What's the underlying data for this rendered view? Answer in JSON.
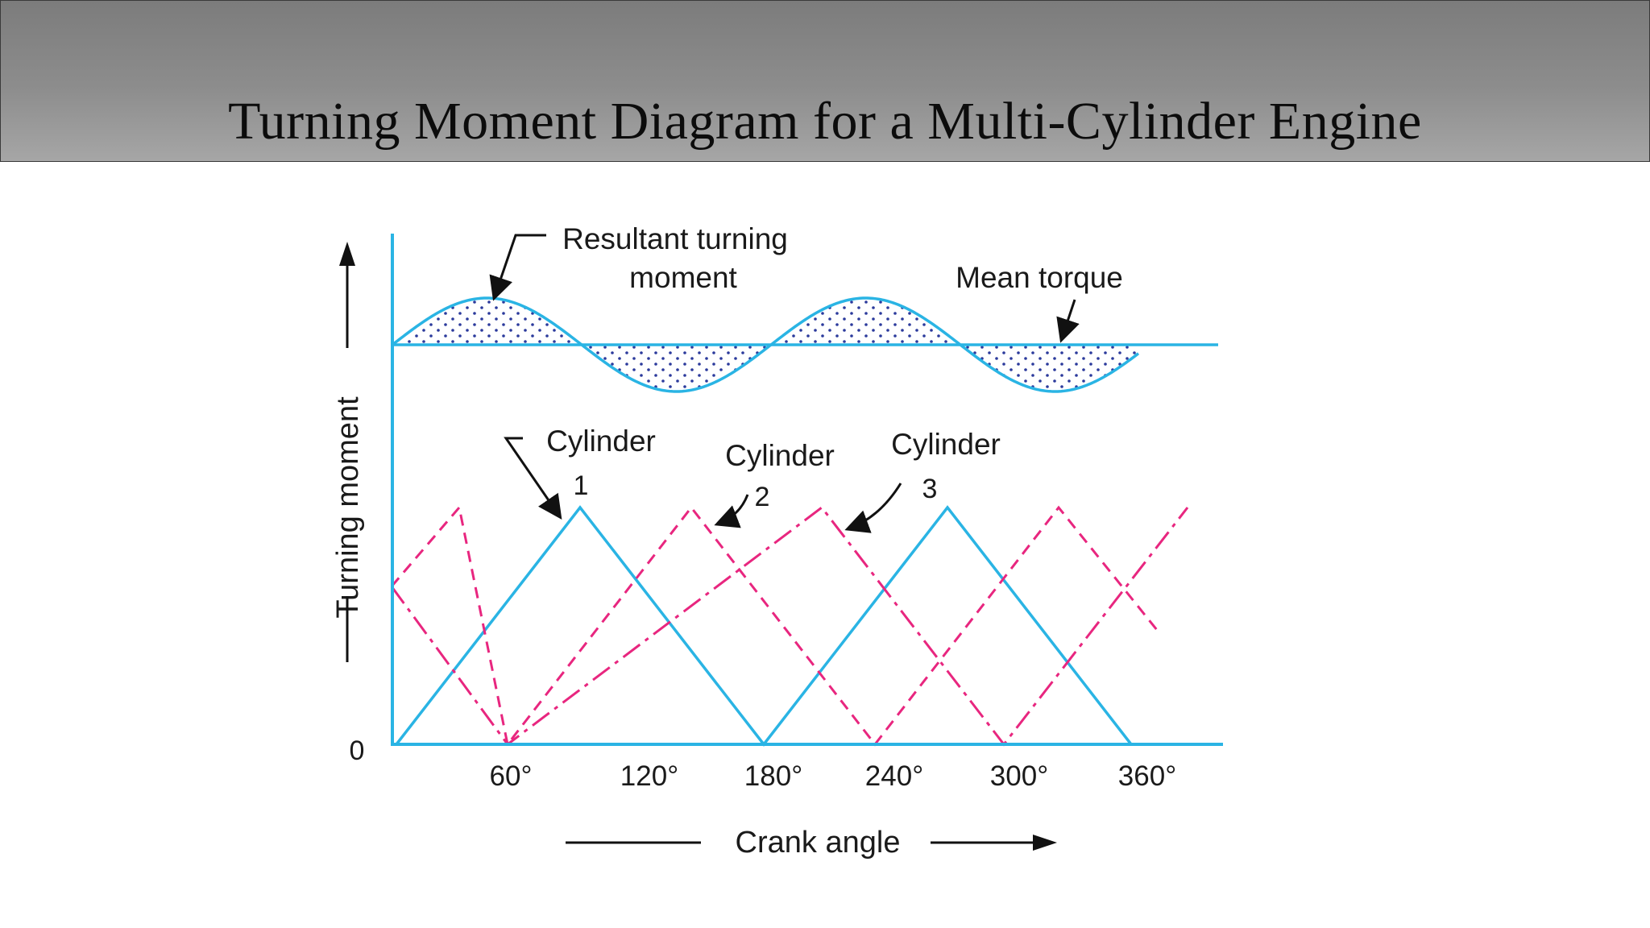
{
  "slide": {
    "title": "Turning Moment Diagram for a Multi-Cylinder Engine"
  },
  "diagram": {
    "y_axis_label": "Turning moment",
    "x_axis_label": "Crank angle",
    "origin_label": "0",
    "x_ticks": [
      "60°",
      "120°",
      "180°",
      "240°",
      "300°",
      "360°"
    ],
    "annotations": {
      "resultant_line1": "Resultant turning",
      "resultant_line2": "moment",
      "mean_torque": "Mean torque",
      "cyl1_word": "Cylinder",
      "cyl1_num": "1",
      "cyl2_word": "Cylinder",
      "cyl2_num": "2",
      "cyl3_word": "Cylinder",
      "cyl3_num": "3"
    },
    "colors": {
      "cylinder_1": "#2ab4e4",
      "cylinder_2": "#e8267f",
      "cylinder_3": "#e8267f",
      "resultant": "#2ab4e4",
      "mean_torque": "#2ab4e4",
      "axes": "#2ab4e4",
      "shading_dots": "#2b3a9c",
      "arrows": "#111111"
    },
    "line_styles": {
      "cylinder_1": "solid",
      "cylinder_2": "dashed",
      "cylinder_3": "dash-dot"
    }
  }
}
